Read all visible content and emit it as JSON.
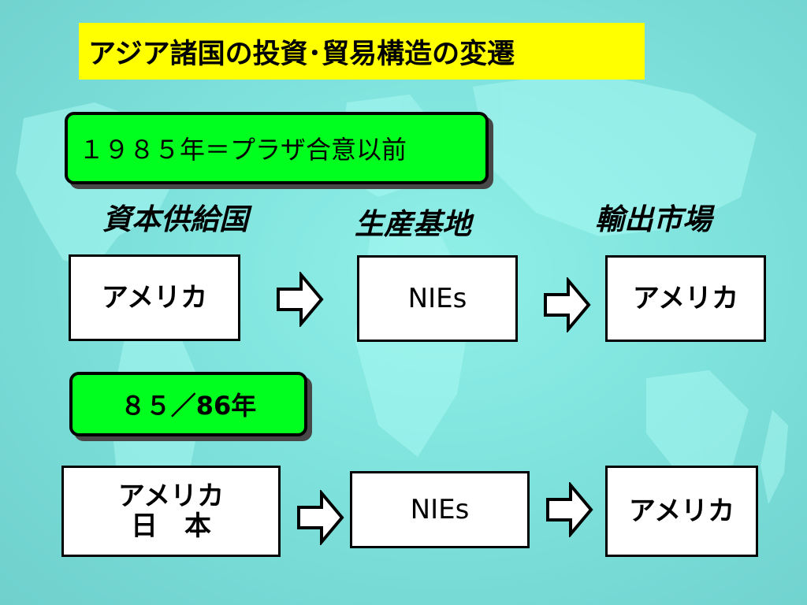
{
  "slide": {
    "title": "アジア諸国の投資･貿易構造の変遷",
    "era1": {
      "label": "１９８５年＝プラザ合意以前",
      "headers": [
        "資本供給国",
        "生産基地",
        "輸出市場"
      ],
      "flow": [
        "アメリカ",
        "NIEs",
        "アメリカ"
      ]
    },
    "era2": {
      "label": "８５／86年",
      "supplier_lines": [
        "アメリカ",
        "日　本"
      ],
      "production": "NIEs",
      "market": "アメリカ"
    }
  },
  "colors": {
    "title_bg": "#ffff00",
    "pill_bg": "#00ff1e",
    "background": "#7fe2dc",
    "box_bg": "#ffffff"
  },
  "icons": [
    "right-arrow-icon"
  ]
}
